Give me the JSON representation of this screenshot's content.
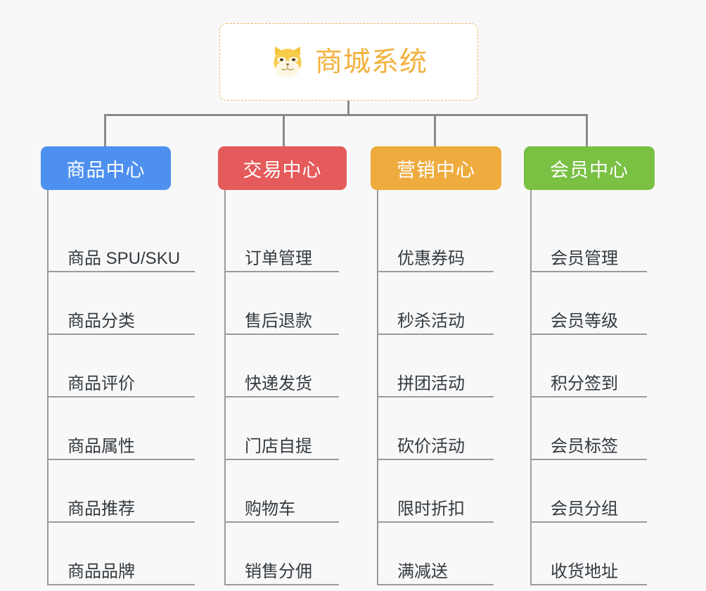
{
  "background_color": "#f8f8f8",
  "root": {
    "icon": "shiba-dog-emoji",
    "title": "商城系统",
    "title_color": "#f2b23e",
    "border_color": "#e8b960",
    "background": "#ffffff"
  },
  "connector_color": "#8a8a8a",
  "branch_line_color": "#9b9b9b",
  "leaf_text_color": "#333a40",
  "columns": [
    {
      "header": "商品中心",
      "color": "#4d90f0",
      "items": [
        {
          "label": "商品 SPU/SKU"
        },
        {
          "label": "商品分类"
        },
        {
          "label": "商品评价"
        },
        {
          "label": "商品属性"
        },
        {
          "label": "商品推荐"
        },
        {
          "label": "商品品牌"
        }
      ]
    },
    {
      "header": "交易中心",
      "color": "#e55a5a",
      "items": [
        {
          "label": "订单管理"
        },
        {
          "label": "售后退款"
        },
        {
          "label": "快递发货"
        },
        {
          "label": "门店自提"
        },
        {
          "label": "购物车"
        },
        {
          "label": "销售分佣"
        }
      ]
    },
    {
      "header": "营销中心",
      "color": "#eeab3e",
      "items": [
        {
          "label": "优惠券码"
        },
        {
          "label": "秒杀活动"
        },
        {
          "label": "拼团活动"
        },
        {
          "label": "砍价活动"
        },
        {
          "label": "限时折扣"
        },
        {
          "label": "满减送"
        }
      ]
    },
    {
      "header": "会员中心",
      "color": "#79c043",
      "items": [
        {
          "label": "会员管理"
        },
        {
          "label": "会员等级"
        },
        {
          "label": "积分签到"
        },
        {
          "label": "会员标签"
        },
        {
          "label": "会员分组"
        },
        {
          "label": "收货地址"
        }
      ]
    }
  ]
}
